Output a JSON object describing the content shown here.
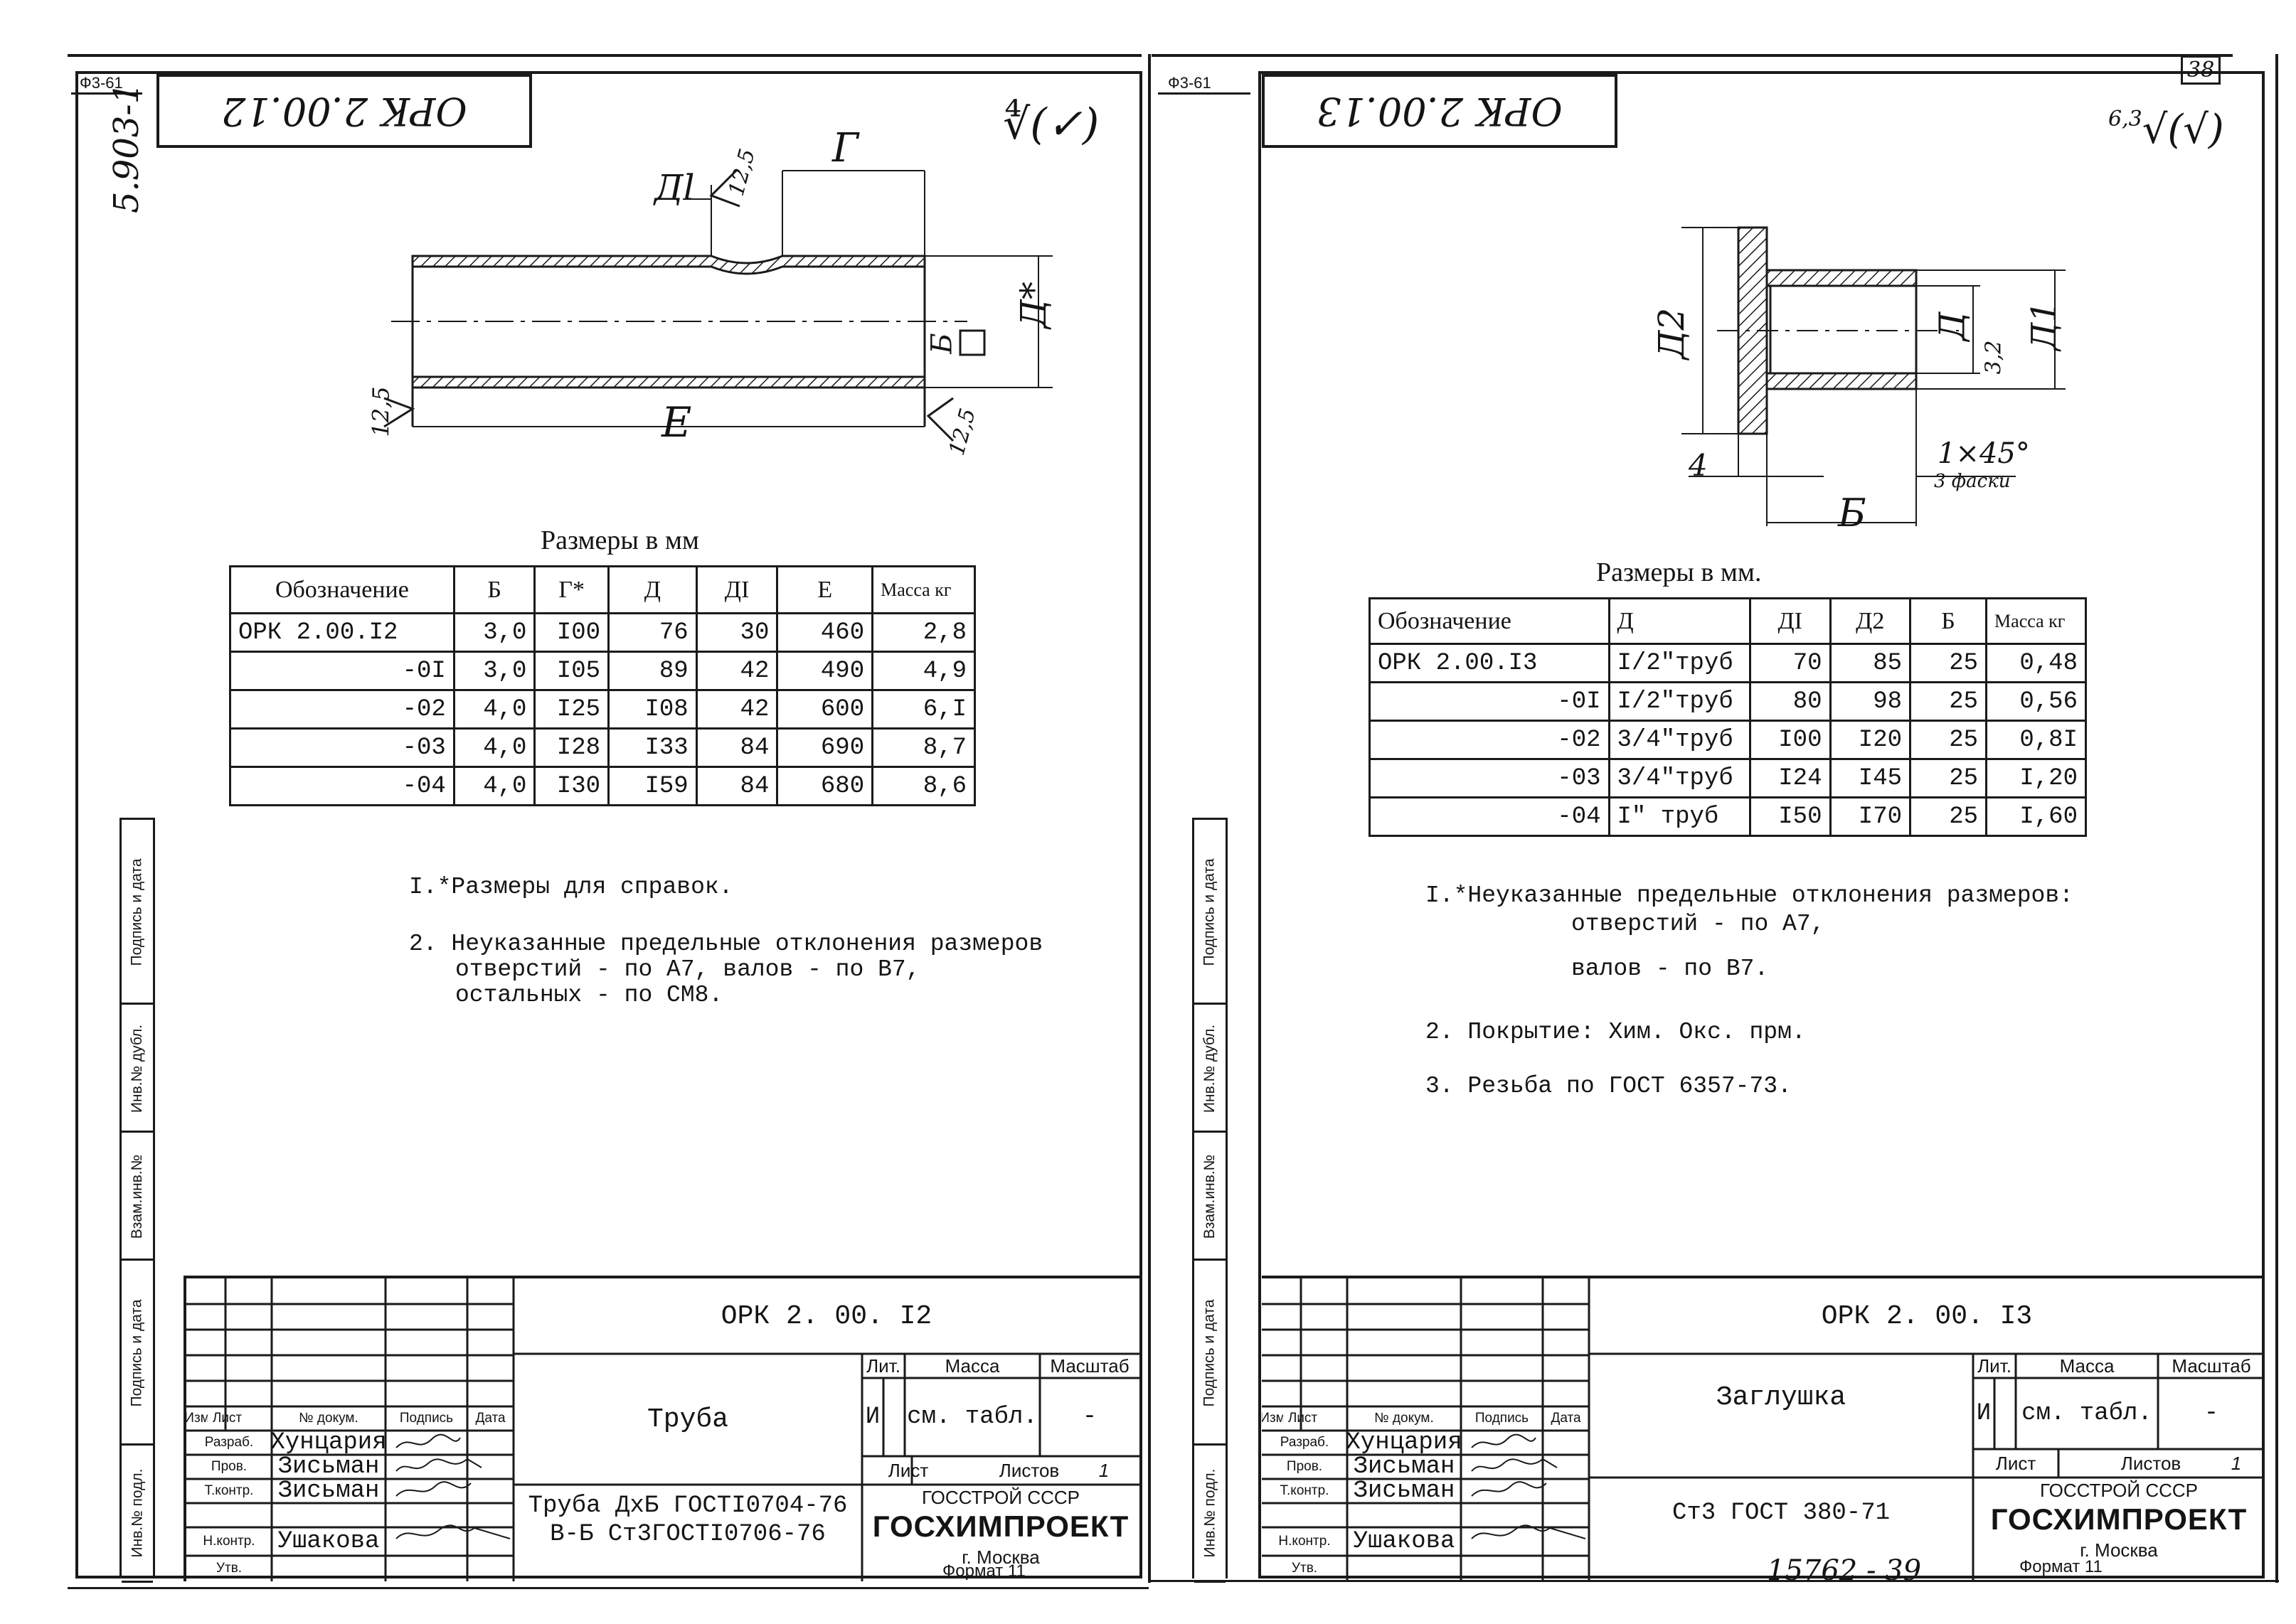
{
  "left": {
    "corner_label": "Ф3-61",
    "doc_code": "ОРК 2.00.12",
    "series": "5.903-1",
    "roughness": "∜(✓)",
    "drawing_labels": {
      "d1": "Дl",
      "g": "Г",
      "d_star": "Д*",
      "b": "Б",
      "e": "Е",
      "r1": "12,5",
      "r2": "12,5",
      "r3": "12,5"
    },
    "table_caption": "Размеры в мм",
    "table": {
      "headers": [
        "Обозначение",
        "Б",
        "Г*",
        "Д",
        "ДI",
        "Е",
        "Масса кг"
      ],
      "rows": [
        [
          "ОРК 2.00.I2",
          "3,0",
          "I00",
          "76",
          "30",
          "460",
          "2,8"
        ],
        [
          "-0I",
          "3,0",
          "I05",
          "89",
          "42",
          "490",
          "4,9"
        ],
        [
          "-02",
          "4,0",
          "I25",
          "I08",
          "42",
          "600",
          "6,I"
        ],
        [
          "-03",
          "4,0",
          "I28",
          "I33",
          "84",
          "690",
          "8,7"
        ],
        [
          "-04",
          "4,0",
          "I30",
          "I59",
          "84",
          "680",
          "8,6"
        ]
      ]
    },
    "notes": [
      "I.*Размеры для справок.",
      "2. Неуказанные предельные отклонения размеров",
      "отверстий - по А7, валов - по В7,",
      "остальных - по СМ8."
    ],
    "sidebar": [
      "Подпись и дата",
      "Инв.№ дубл.",
      "Взам.инв.№",
      "Подпись и дата",
      "Инв.№ подл."
    ],
    "title_block": {
      "designation": "ОРК 2. 00. I2",
      "name": "Труба",
      "material_line1": "Труба ДхБ ГОСТI0704-76",
      "material_line2": "В-Б Ст3ГОСТI0706-76",
      "col_headers": [
        "Изм",
        "Лист",
        "№ докум.",
        "Подпись",
        "Дата"
      ],
      "roles": [
        "Разраб.",
        "Пров.",
        "Т.контр.",
        "Н.контр.",
        "Утв."
      ],
      "people": [
        "Хунцария",
        "Зисьман",
        "Зисьман",
        "Ушакова",
        ""
      ],
      "lit_label": "Лит.",
      "mass_label": "Масса",
      "scale_label": "Масштаб",
      "lit_value": "И",
      "mass_value": "см. табл.",
      "scale_value": "-",
      "sheet_label": "Лист",
      "sheets_label": "Листов",
      "sheets_value": "1",
      "org1": "ГОССТРОЙ СССР",
      "org2": "ГОСХИМПРОЕКТ",
      "city": "г. Москва",
      "format": "Формат 11"
    }
  },
  "right": {
    "corner_label": "Ф3-61",
    "page_number": "38",
    "doc_code": "ОРК 2.00.13",
    "roughness": "6,3",
    "drawing_labels": {
      "d2": "Д2",
      "d": "Д",
      "d1": "Д1",
      "r": "3,2",
      "four": "4",
      "b": "Б",
      "chamfer": "1×45°",
      "chamfer_note": "3 фаски"
    },
    "table_caption": "Размеры в мм.",
    "table": {
      "headers": [
        "Обозначение",
        "Д",
        "ДI",
        "Д2",
        "Б",
        "Масса кг"
      ],
      "rows": [
        [
          "ОРК 2.00.I3",
          "I/2\"труб",
          "70",
          "85",
          "25",
          "0,48"
        ],
        [
          "-0I",
          "I/2\"труб",
          "80",
          "98",
          "25",
          "0,56"
        ],
        [
          "-02",
          "3/4\"труб",
          "I00",
          "I20",
          "25",
          "0,8I"
        ],
        [
          "-03",
          "3/4\"труб",
          "I24",
          "I45",
          "25",
          "I,20"
        ],
        [
          "-04",
          "I\" труб",
          "I50",
          "I70",
          "25",
          "I,60"
        ]
      ]
    },
    "notes": [
      "I.*Неуказанные предельные отклонения размеров:",
      "отверстий - по А7,",
      "валов - по В7.",
      "2. Покрытие: Хим. Окс. прм.",
      "3. Резьба по  ГОСТ 6357-73."
    ],
    "sidebar": [
      "Подпись и дата",
      "Инв.№ дубл.",
      "Взам.инв.№",
      "Подпись и дата",
      "Инв.№ подл."
    ],
    "title_block": {
      "designation": "ОРК 2. 00. I3",
      "name": "Заглушка",
      "material_line1": "Ст3 ГОСТ 380-71",
      "col_headers": [
        "Изм",
        "Лист",
        "№ докум.",
        "Подпись",
        "Дата"
      ],
      "roles": [
        "Разраб.",
        "Пров.",
        "Т.контр.",
        "Н.контр.",
        "Утв."
      ],
      "people": [
        "Хунцария",
        "Зисьман",
        "Зисьман",
        "Ушакова",
        ""
      ],
      "lit_label": "Лит.",
      "mass_label": "Масса",
      "scale_label": "Масштаб",
      "lit_value": "И",
      "mass_value": "см. табл.",
      "scale_value": "-",
      "sheet_label": "Лист",
      "sheets_label": "Листов",
      "sheets_value": "1",
      "org1": "ГОССТРОЙ СССР",
      "org2": "ГОСХИМПРОЕКТ",
      "city": "г. Москва",
      "format": "Формат 11"
    },
    "stamp_number": "15762 - 39"
  }
}
